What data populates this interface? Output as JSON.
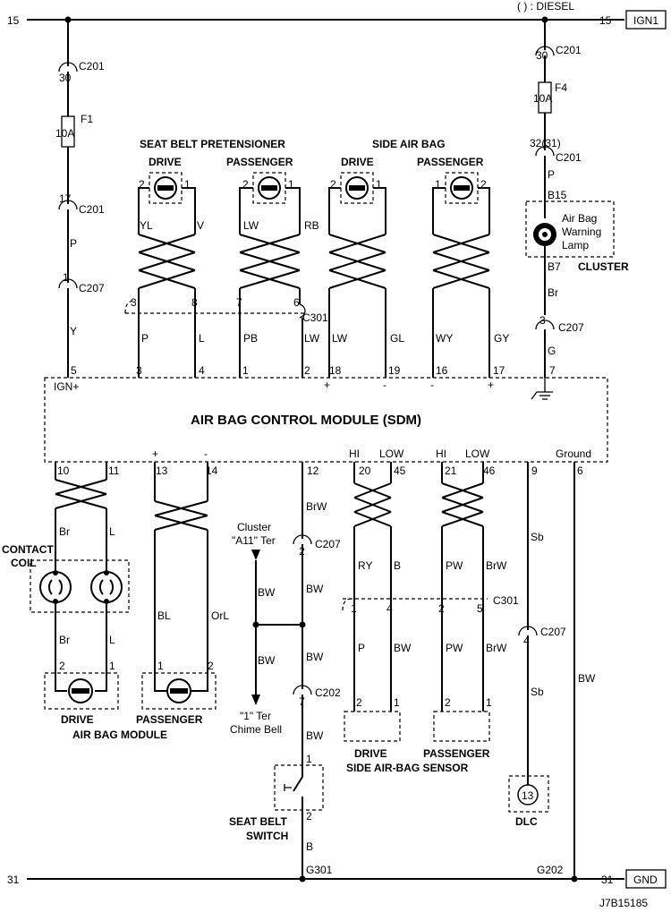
{
  "header": {
    "diesel_note": "( ) : DIESEL"
  },
  "rails": {
    "top_left": "15",
    "top_right": "15",
    "top_box": "IGN1",
    "bottom_left": "31",
    "bottom_right": "31",
    "bottom_box": "GND"
  },
  "left_feed": {
    "pin_a": "30",
    "conn_a": "C201",
    "fuse": "F1",
    "fuse_amp": "10A",
    "pin_b": "17",
    "conn_b": "C201",
    "color_a": "P",
    "pin_c": "1",
    "conn_c": "C207",
    "color_b": "Y"
  },
  "right_feed": {
    "pin_a": "30",
    "conn_a": "C201",
    "fuse": "F4",
    "fuse_amp": "10A",
    "pin_b": "32(31)",
    "conn_b": "C201",
    "color_a": "P",
    "pin_top": "B15",
    "lamp_line1": "Air Bag",
    "lamp_line2": "Warning",
    "lamp_line3": "Lamp",
    "pin_bot": "B7",
    "cluster": "CLUSTER",
    "color_b": "Br",
    "pin_c": "3",
    "conn_c": "C207",
    "color_c": "G",
    "sdm_pin": "7"
  },
  "top_groups": {
    "pretensioner": "SEAT BELT PRETENSIONER",
    "side_airbag": "SIDE AIR BAG"
  },
  "top_devices": [
    {
      "label": "DRIVE",
      "pin_l": "2",
      "pin_r": "1",
      "wire_l": "YL",
      "wire_r": "V"
    },
    {
      "label": "PASSENGER",
      "pin_l": "2",
      "pin_r": "1",
      "wire_l": "LW",
      "wire_r": "RB"
    },
    {
      "label": "DRIVE",
      "pin_l": "2",
      "pin_r": "1",
      "wire_l": "",
      "wire_r": ""
    },
    {
      "label": "PASSENGER",
      "pin_l": "1",
      "pin_r": "2",
      "wire_l": "",
      "wire_r": ""
    }
  ],
  "c301_top": {
    "pins": [
      "3",
      "8",
      "7",
      "6"
    ],
    "conn": "C301",
    "colors": [
      "P",
      "L",
      "PB",
      "LW"
    ]
  },
  "side_colors_top": [
    "LW",
    "GL",
    "WY",
    "GY"
  ],
  "sdm": {
    "title": "AIR BAG CONTROL MODULE (SDM)",
    "top_pins": [
      "5",
      "3",
      "4",
      "1",
      "2",
      "18",
      "19",
      "16",
      "17"
    ],
    "ign_label": "IGN+",
    "plus": "+",
    "minus": "-",
    "bottom_pins": [
      "10",
      "11",
      "13",
      "14",
      "12",
      "20",
      "45",
      "21",
      "46",
      "9",
      "6"
    ],
    "hi": "HI",
    "low": "LOW",
    "ground": "Ground"
  },
  "contact_coil": {
    "line1": "CONTACT",
    "line2": "COIL",
    "color_l": "Br",
    "color_r": "L",
    "color_l2": "Br",
    "color_r2": "L",
    "pin_l": "2",
    "pin_r": "1"
  },
  "pass_module": {
    "color_l": "BL",
    "color_r": "OrL",
    "pin_l": "1",
    "pin_r": "2",
    "label": "PASSENGER"
  },
  "airbag_module": {
    "drive": "DRIVE",
    "bottom": "AIR BAG MODULE"
  },
  "chime": {
    "wire_a": "BrW",
    "pin_a": "2",
    "conn_a": "C207",
    "wire_b": "BW",
    "wire_c": "BW",
    "cluster_line1": "Cluster",
    "cluster_line2": "\"A11\" Ter",
    "wire_d": "BW",
    "wire_e": "BW",
    "bell_line1": "\"1\" Ter",
    "bell_line2": "Chime Bell",
    "pin_b": "7",
    "conn_b": "C202",
    "wire_f": "BW",
    "sw_pin1": "1",
    "sw_pin2": "2",
    "switch_line1": "SEAT BELT",
    "switch_line2": "SWITCH",
    "wire_g": "B",
    "ground": "G301"
  },
  "sensors": {
    "colors_top": [
      "RY",
      "B",
      "PW",
      "BrW"
    ],
    "pins": [
      "1",
      "4",
      "2",
      "5"
    ],
    "conn": "C301",
    "colors_bot": [
      "P",
      "BW",
      "PW",
      "BrW"
    ],
    "pins_bot": [
      "2",
      "1",
      "2",
      "1"
    ],
    "drive": "DRIVE",
    "passenger": "PASSENGER",
    "bottom": "SIDE AIR-BAG SENSOR"
  },
  "dlc": {
    "wire_a": "Sb",
    "pin": "4",
    "conn": "C207",
    "wire_b": "Sb",
    "dlc_pin": "13",
    "label": "DLC"
  },
  "ground_wire": {
    "color": "BW",
    "ground": "G202"
  },
  "footer": {
    "code": "J7B15185"
  }
}
